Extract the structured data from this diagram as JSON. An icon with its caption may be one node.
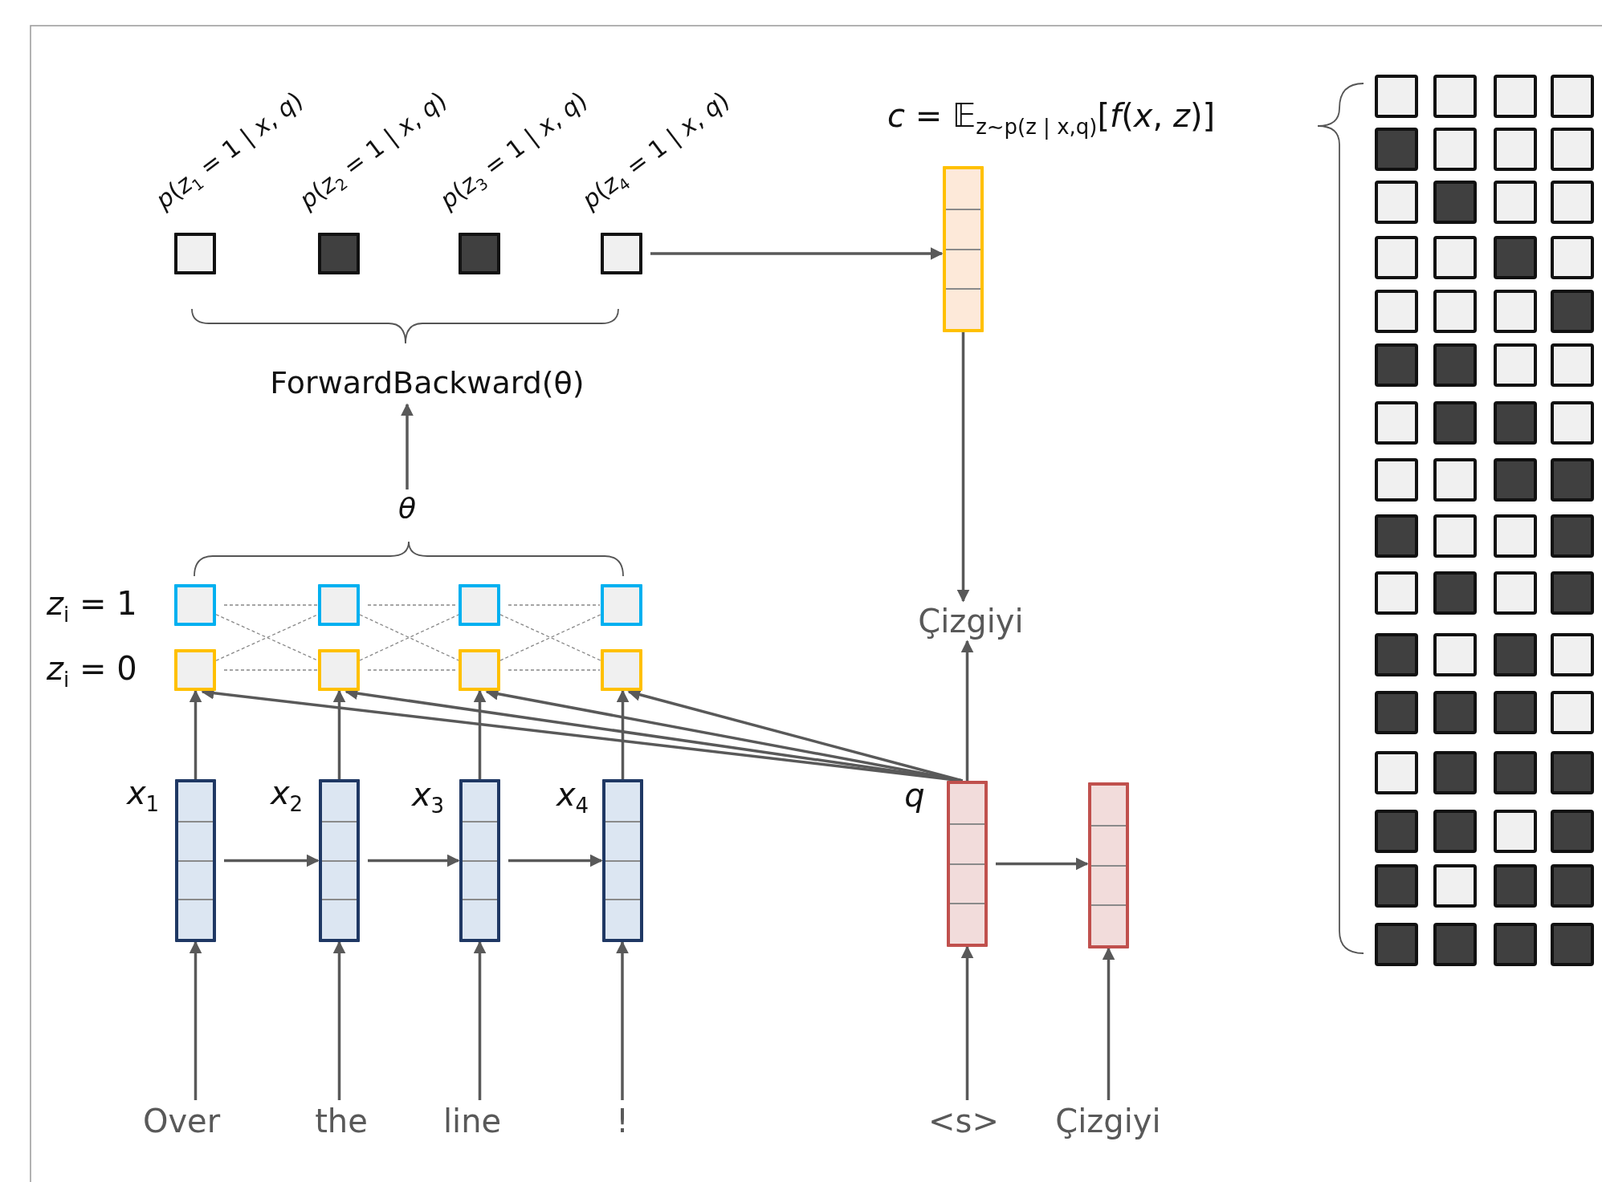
{
  "diagram": {
    "nodes": [
      {
        "text": [],
        "shape": "box",
        "beside": [
          "*p*(*z*$_{1}$ = 1 | *x*, *q*)"
        ]
      },
      {
        "text": [],
        "shape": "box",
        "beside": [
          "*p*(*z*$_{2}$ = 1 | *x*, *q*)"
        ]
      },
      {
        "text": [],
        "shape": "box",
        "beside": [
          "*p*(*z*$_{3}$ = 1 | *x*, *q*)"
        ]
      },
      {
        "text": [],
        "shape": "box",
        "beside": [
          "*p*(*z*$_{4}$ = 1 | *x*, *q*)"
        ]
      },
      {
        "text": [],
        "shape": "box",
        "beside": [
          "*c* = 𝔼$_{z∼p(z | x,q)}$[*f*(*x*, *z*)]"
        ]
      },
      {
        "text": [
          "ForwardBackward(θ)"
        ]
      },
      {
        "text": [
          "θ"
        ]
      },
      {
        "text": [],
        "shape": "box"
      },
      {
        "text": [],
        "shape": "box"
      },
      {
        "text": [],
        "shape": "box"
      },
      {
        "text": [],
        "shape": "box"
      },
      {
        "text": [],
        "shape": "box"
      },
      {
        "text": [],
        "shape": "box"
      },
      {
        "text": [],
        "shape": "box"
      },
      {
        "text": [],
        "shape": "box"
      },
      {
        "text": [],
        "shape": "box",
        "beside": [
          "*x*$_{1}$"
        ]
      },
      {
        "text": [],
        "shape": "box",
        "beside": [
          "*x*$_{2}$"
        ]
      },
      {
        "text": [],
        "shape": "box",
        "beside": [
          "*x*$_{3}$"
        ]
      },
      {
        "text": [],
        "shape": "box",
        "beside": [
          "*x*$_{4}$"
        ]
      },
      {
        "text": [
          "Çizgiyi"
        ]
      },
      {
        "text": [],
        "shape": "box",
        "beside": [
          "q"
        ]
      },
      {
        "text": [],
        "shape": "box"
      },
      {
        "text": [
          "Over"
        ]
      },
      {
        "text": [
          "the"
        ]
      },
      {
        "text": [
          "line"
        ]
      },
      {
        "text": [
          "!"
        ]
      },
      {
        "text": [
          "<s>"
        ]
      },
      {
        "text": [
          "Çizgiyi"
        ]
      }
    ],
    "edges": [
      {
        "from": 3,
        "to": 4,
        "arrow": "to"
      },
      {
        "from": 6,
        "to": 5,
        "arrow": "to"
      },
      {
        "from": 7,
        "to": 8,
        "arrow": "none",
        "style": "dashed",
        "color": "#888888"
      },
      {
        "from": 8,
        "to": 9,
        "arrow": "none",
        "style": "dashed",
        "color": "#888888"
      },
      {
        "from": 9,
        "to": 10,
        "arrow": "none",
        "style": "dashed",
        "color": "#888888"
      },
      {
        "from": 11,
        "to": 12,
        "arrow": "none",
        "style": "dashed",
        "color": "#888888"
      },
      {
        "from": 12,
        "to": 13,
        "arrow": "none",
        "style": "dashed",
        "color": "#888888"
      },
      {
        "from": 13,
        "to": 14,
        "arrow": "none",
        "style": "dashed",
        "color": "#888888"
      },
      {
        "from": 7,
        "to": 12,
        "arrow": "none",
        "style": "dashed",
        "color": "#888888"
      },
      {
        "from": 11,
        "to": 8,
        "arrow": "none",
        "style": "dashed",
        "color": "#888888"
      },
      {
        "from": 8,
        "to": 13,
        "arrow": "none",
        "style": "dashed",
        "color": "#888888"
      },
      {
        "from": 12,
        "to": 9,
        "arrow": "none",
        "style": "dashed",
        "color": "#888888"
      },
      {
        "from": 9,
        "to": 14,
        "arrow": "none",
        "style": "dashed",
        "color": "#888888"
      },
      {
        "from": 13,
        "to": 10,
        "arrow": "none",
        "style": "dashed",
        "color": "#888888"
      },
      {
        "from": 15,
        "to": 11,
        "arrow": "to"
      },
      {
        "from": 16,
        "to": 12,
        "arrow": "to"
      },
      {
        "from": 17,
        "to": 13,
        "arrow": "to"
      },
      {
        "from": 18,
        "to": 14,
        "arrow": "to"
      },
      {
        "from": 15,
        "to": 16,
        "arrow": "to"
      },
      {
        "from": 16,
        "to": 17,
        "arrow": "to"
      },
      {
        "from": 17,
        "to": 18,
        "arrow": "to"
      },
      {
        "from": 22,
        "to": 15,
        "arrow": "to"
      },
      {
        "from": 23,
        "to": 16,
        "arrow": "to"
      },
      {
        "from": 24,
        "to": 17,
        "arrow": "to"
      },
      {
        "from": 25,
        "to": 18,
        "arrow": "to"
      },
      {
        "from": 20,
        "to": 11,
        "arrow": "to"
      },
      {
        "from": 20,
        "to": 12,
        "arrow": "to"
      },
      {
        "from": 20,
        "to": 13,
        "arrow": "to"
      },
      {
        "from": 20,
        "to": 14,
        "arrow": "to"
      },
      {
        "from": 20,
        "to": 19,
        "arrow": "to"
      },
      {
        "from": 4,
        "to": 19,
        "arrow": "to"
      },
      {
        "from": 20,
        "to": 21,
        "arrow": "to"
      },
      {
        "from": 26,
        "to": 20,
        "arrow": "to"
      },
      {
        "from": 27,
        "to": 21,
        "arrow": "to"
      }
    ],
    "labels": [
      "*z*$_{i}$ = 1",
      "*z*$_{i}$ = 0"
    ]
  }
}
